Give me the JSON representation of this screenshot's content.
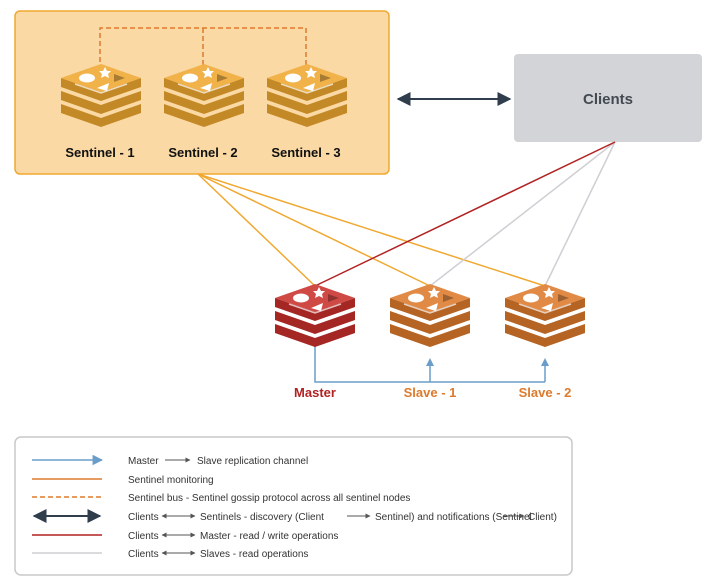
{
  "sentinels": [
    {
      "label": "Sentinel - 1"
    },
    {
      "label": "Sentinel - 2"
    },
    {
      "label": "Sentinel - 3"
    }
  ],
  "clients": {
    "label": "Clients"
  },
  "nodes": {
    "master": {
      "label": "Master"
    },
    "slave1": {
      "label": "Slave - 1"
    },
    "slave2": {
      "label": "Slave - 2"
    }
  },
  "legend": {
    "items": [
      {
        "prefix": "Master",
        "suffix": "Slave replication channel"
      },
      {
        "text": "Sentinel monitoring"
      },
      {
        "text": "Sentinel bus - Sentinel gossip protocol across all sentinel nodes"
      },
      {
        "p1": "Clients",
        "p2": "Sentinels - discovery (Client",
        "p3": "Sentinel) and notifications (Sentinel",
        "p4": "Client)"
      },
      {
        "prefix": "Clients",
        "suffix": "Master - read / write operations"
      },
      {
        "prefix": "Clients",
        "suffix": "Slaves - read operations"
      }
    ]
  },
  "colors": {
    "sentinel_box_fill": "#fad9a5",
    "sentinel_box_stroke": "#f0a830",
    "sentinel_icon": "#f0a830",
    "master_icon": "#c9302c",
    "slave_icon": "#dd7a2c",
    "clients_box": "#d3d4d8",
    "replication": "#6a9ec8",
    "monitoring": "#f0a830",
    "bus": "#dd7a2c",
    "discovery": "#2f3d4c",
    "master_ops": "#b22222",
    "slave_ops": "#cfcfd4"
  },
  "icons": [
    "redis-stack-icon"
  ]
}
